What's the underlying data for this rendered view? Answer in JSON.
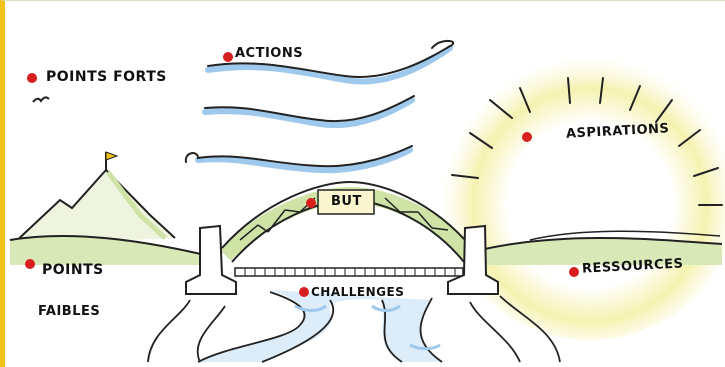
{
  "colors": {
    "sun": "#f4f0a0",
    "water": "#9fc9ec",
    "grass": "#cfe3a6",
    "marker": "#d71f1f",
    "frame_accent": "#f2c21b"
  },
  "labels": {
    "points_forts": "POINTS FORTS",
    "actions": "ACTIONS",
    "aspirations": "ASPIRATIONS",
    "but": "BUT",
    "points": "POINTS",
    "faibles": "FAIBLES",
    "challenges": "CHALLENGES",
    "ressources": "RESSOURCES"
  },
  "icons": [
    "mountain-icon",
    "flag-icon",
    "bird-icon",
    "bridge-icon",
    "sun-icon",
    "wind-icon",
    "river-icon"
  ]
}
